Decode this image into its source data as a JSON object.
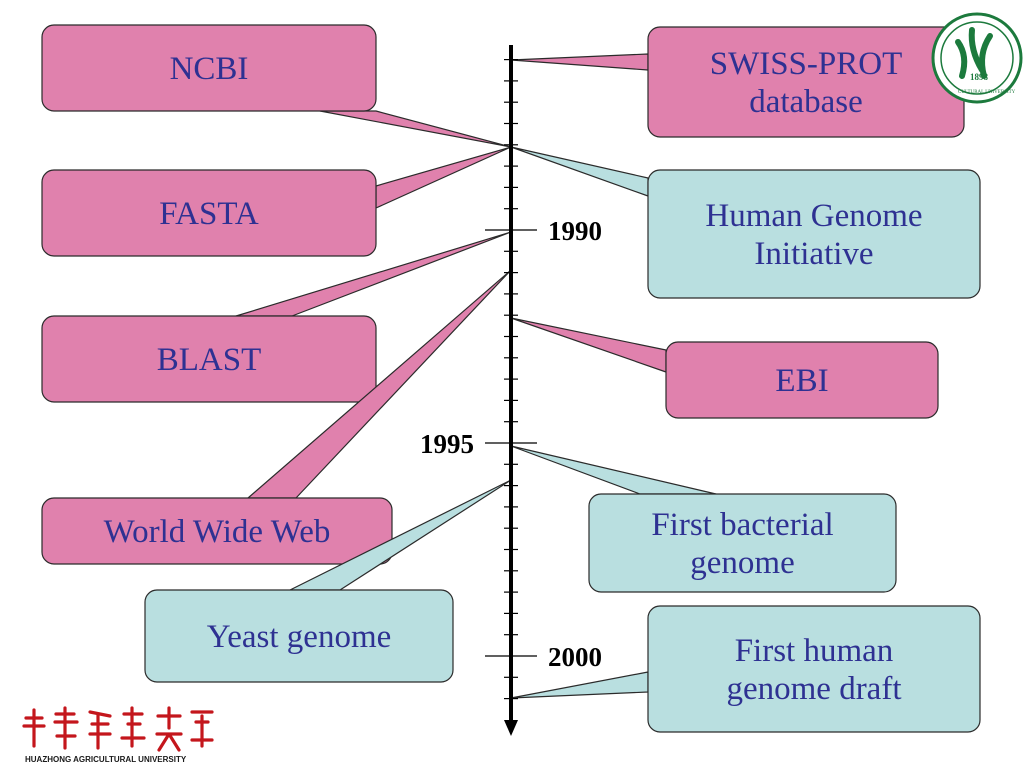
{
  "colors": {
    "pink": "#e081ad",
    "cyan": "#b9dfe0",
    "text": "#2e3192",
    "border": "#2b2b2b",
    "logo_green": "#1c7a3d",
    "logo_red": "#c4161c"
  },
  "timeline": {
    "years": [
      {
        "label": "1990",
        "value": 1990
      },
      {
        "label": "1995",
        "value": 1995
      },
      {
        "label": "2000",
        "value": 2000
      }
    ]
  },
  "events": [
    {
      "id": "ncbi",
      "lines": [
        "NCBI"
      ],
      "color": "pink",
      "year": 1988
    },
    {
      "id": "fasta",
      "lines": [
        "FASTA"
      ],
      "color": "pink",
      "year": 1988
    },
    {
      "id": "blast",
      "lines": [
        "BLAST"
      ],
      "color": "pink",
      "year": 1990
    },
    {
      "id": "www",
      "lines": [
        "World Wide Web"
      ],
      "color": "pink",
      "year": 1991
    },
    {
      "id": "yeast",
      "lines": [
        "Yeast genome"
      ],
      "color": "cyan",
      "year": 1996
    },
    {
      "id": "swissprot",
      "lines": [
        "SWISS-PROT",
        "database"
      ],
      "color": "pink",
      "year": 1986
    },
    {
      "id": "hgi",
      "lines": [
        "Human Genome",
        "Initiative"
      ],
      "color": "cyan",
      "year": 1988
    },
    {
      "id": "ebi",
      "lines": [
        "EBI"
      ],
      "color": "pink",
      "year": 1992
    },
    {
      "id": "bacterial",
      "lines": [
        "First bacterial",
        "genome"
      ],
      "color": "cyan",
      "year": 1995
    },
    {
      "id": "human-draft",
      "lines": [
        "First human",
        "genome draft"
      ],
      "color": "cyan",
      "year": 2001
    }
  ],
  "logo": {
    "university_name": "HUAZHONG AGRICULTURAL UNIVERSITY",
    "seal_year": "1898",
    "seal_text": "CULTURAL UNIVERSITY"
  }
}
